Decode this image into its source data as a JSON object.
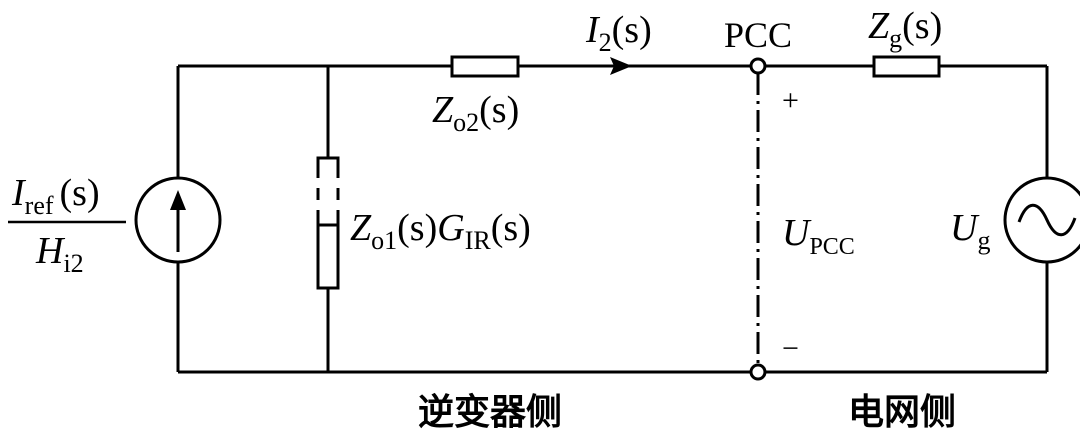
{
  "labels": {
    "i2_var": "I",
    "i2_sub": "2",
    "i2_arg": "(s)",
    "pcc": "PCC",
    "zg_var": "Z",
    "zg_sub": "g",
    "zg_arg": "(s)",
    "zo2_var": "Z",
    "zo2_sub": "o2",
    "zo2_arg": "(s)",
    "iref_var": "I",
    "iref_sub": "ref",
    "iref_arg": "(s)",
    "hi2_var": "H",
    "hi2_sub": "i2",
    "zo1_var": "Z",
    "zo1_sub": "o1",
    "zo1_arg": "(s)",
    "gir_var": "G",
    "gir_sub": "IR",
    "gir_arg": "(s)",
    "plus": "+",
    "minus": "−",
    "upcc_var": "U",
    "upcc_sub": "PCC",
    "ug_var": "U",
    "ug_sub": "g",
    "inverter_side": "逆变器侧",
    "grid_side": "电网侧"
  }
}
